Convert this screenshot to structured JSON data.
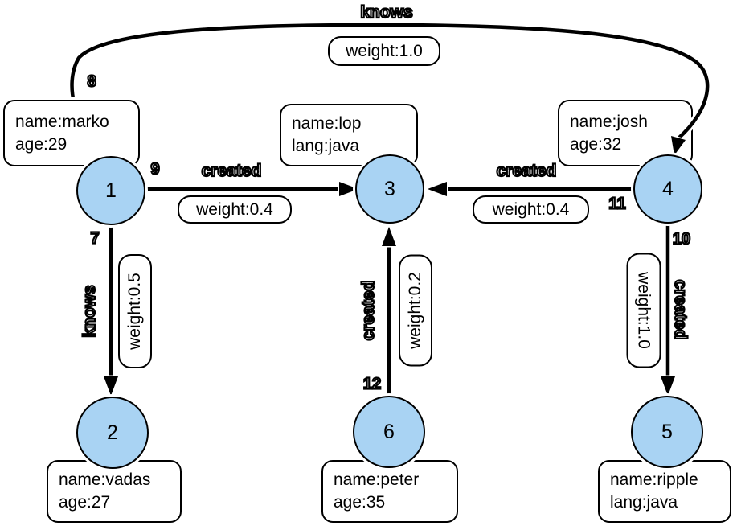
{
  "diagram": {
    "background": "#ffffff",
    "node_fill": "#A9D3F3",
    "stroke_color": "#000000"
  },
  "nodes": {
    "n1": {
      "id": "1",
      "props": {
        "line1": "name:marko",
        "line2": "age:29"
      }
    },
    "n2": {
      "id": "2",
      "props": {
        "line1": "name:vadas",
        "line2": "age:27"
      }
    },
    "n3": {
      "id": "3",
      "props": {
        "line1": "name:lop",
        "line2": "lang:java"
      }
    },
    "n4": {
      "id": "4",
      "props": {
        "line1": "name:josh",
        "line2": "age:32"
      }
    },
    "n5": {
      "id": "5",
      "props": {
        "line1": "name:ripple",
        "line2": "lang:java"
      }
    },
    "n6": {
      "id": "6",
      "props": {
        "line1": "name:peter",
        "line2": "age:35"
      }
    }
  },
  "edges": {
    "e7": {
      "num": "7",
      "label": "knows",
      "weight": "weight:0.5",
      "from": "1",
      "to": "2"
    },
    "e8": {
      "num": "8",
      "label": "knows",
      "weight": "weight:1.0",
      "from": "1",
      "to": "4"
    },
    "e9": {
      "num": "9",
      "label": "created",
      "weight": "weight:0.4",
      "from": "1",
      "to": "3"
    },
    "e10": {
      "num": "10",
      "label": "created",
      "weight": "weight:1.0",
      "from": "4",
      "to": "5"
    },
    "e11": {
      "num": "11",
      "label": "created",
      "weight": "weight:0.4",
      "from": "4",
      "to": "3"
    },
    "e12": {
      "num": "12",
      "label": "created",
      "weight": "weight:0.2",
      "from": "6",
      "to": "3"
    }
  }
}
